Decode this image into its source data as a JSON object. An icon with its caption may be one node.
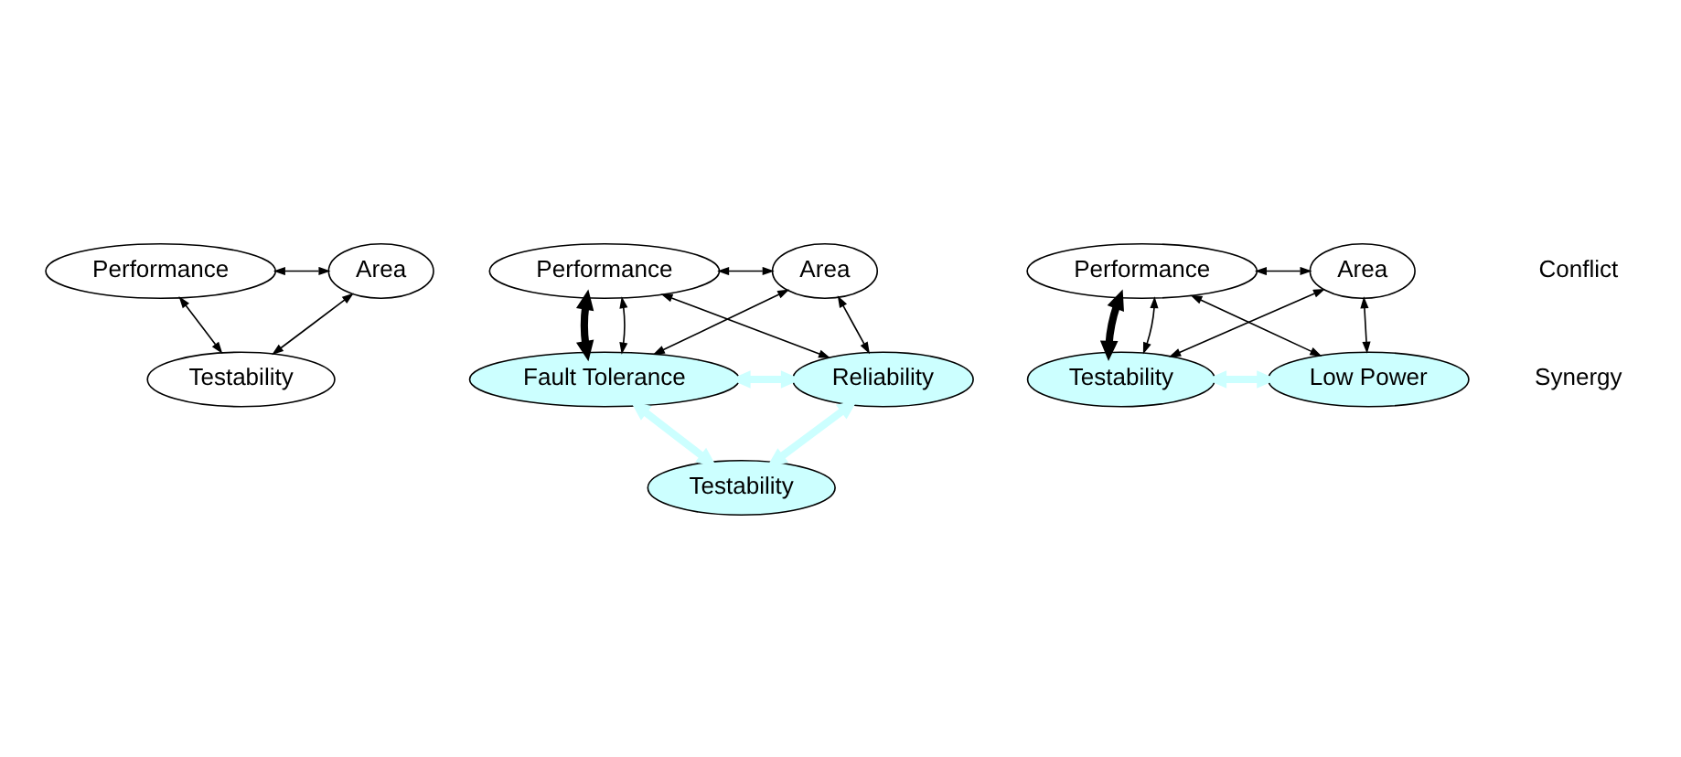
{
  "diagram": {
    "nodes": [
      {
        "text": [
          "Performance"
        ]
      },
      {
        "text": [
          "Area"
        ]
      },
      {
        "text": [
          "Testability"
        ]
      },
      {
        "text": [
          "Performance"
        ]
      },
      {
        "text": [
          "Area"
        ]
      },
      {
        "text": [
          "Fault Tolerance"
        ]
      },
      {
        "text": [
          "Reliability"
        ]
      },
      {
        "text": [
          "Testability"
        ]
      },
      {
        "text": [
          "Performance"
        ]
      },
      {
        "text": [
          "Area"
        ]
      },
      {
        "text": [
          "Testability"
        ]
      },
      {
        "text": [
          "Low Power"
        ]
      }
    ],
    "edges": [
      {
        "from": 0,
        "to": 1,
        "arrow": "both"
      },
      {
        "from": 0,
        "to": 2,
        "arrow": "both"
      },
      {
        "from": 1,
        "to": 2,
        "arrow": "both"
      },
      {
        "from": 3,
        "to": 4,
        "arrow": "both"
      },
      {
        "from": 3,
        "to": 5,
        "arrow": "both",
        "style": "thick"
      },
      {
        "from": 3,
        "to": 5,
        "arrow": "both"
      },
      {
        "from": 4,
        "to": 5,
        "arrow": "both"
      },
      {
        "from": 3,
        "to": 6,
        "arrow": "both"
      },
      {
        "from": 4,
        "to": 6,
        "arrow": "both"
      },
      {
        "from": 5,
        "to": 6,
        "arrow": "both",
        "style": "thick",
        "color": "#ccffff"
      },
      {
        "from": 5,
        "to": 7,
        "arrow": "both",
        "style": "thick",
        "color": "#ccffff"
      },
      {
        "from": 6,
        "to": 7,
        "arrow": "both",
        "style": "thick",
        "color": "#ccffff"
      },
      {
        "from": 8,
        "to": 9,
        "arrow": "both"
      },
      {
        "from": 8,
        "to": 10,
        "arrow": "both",
        "style": "thick"
      },
      {
        "from": 8,
        "to": 10,
        "arrow": "both"
      },
      {
        "from": 9,
        "to": 10,
        "arrow": "both"
      },
      {
        "from": 8,
        "to": 11,
        "arrow": "both"
      },
      {
        "from": 9,
        "to": 11,
        "arrow": "both"
      },
      {
        "from": 10,
        "to": 11,
        "arrow": "both",
        "style": "thick",
        "color": "#ccffff"
      }
    ],
    "legend": [
      {
        "text": "Conflict"
      },
      {
        "text": "Synergy"
      }
    ]
  }
}
